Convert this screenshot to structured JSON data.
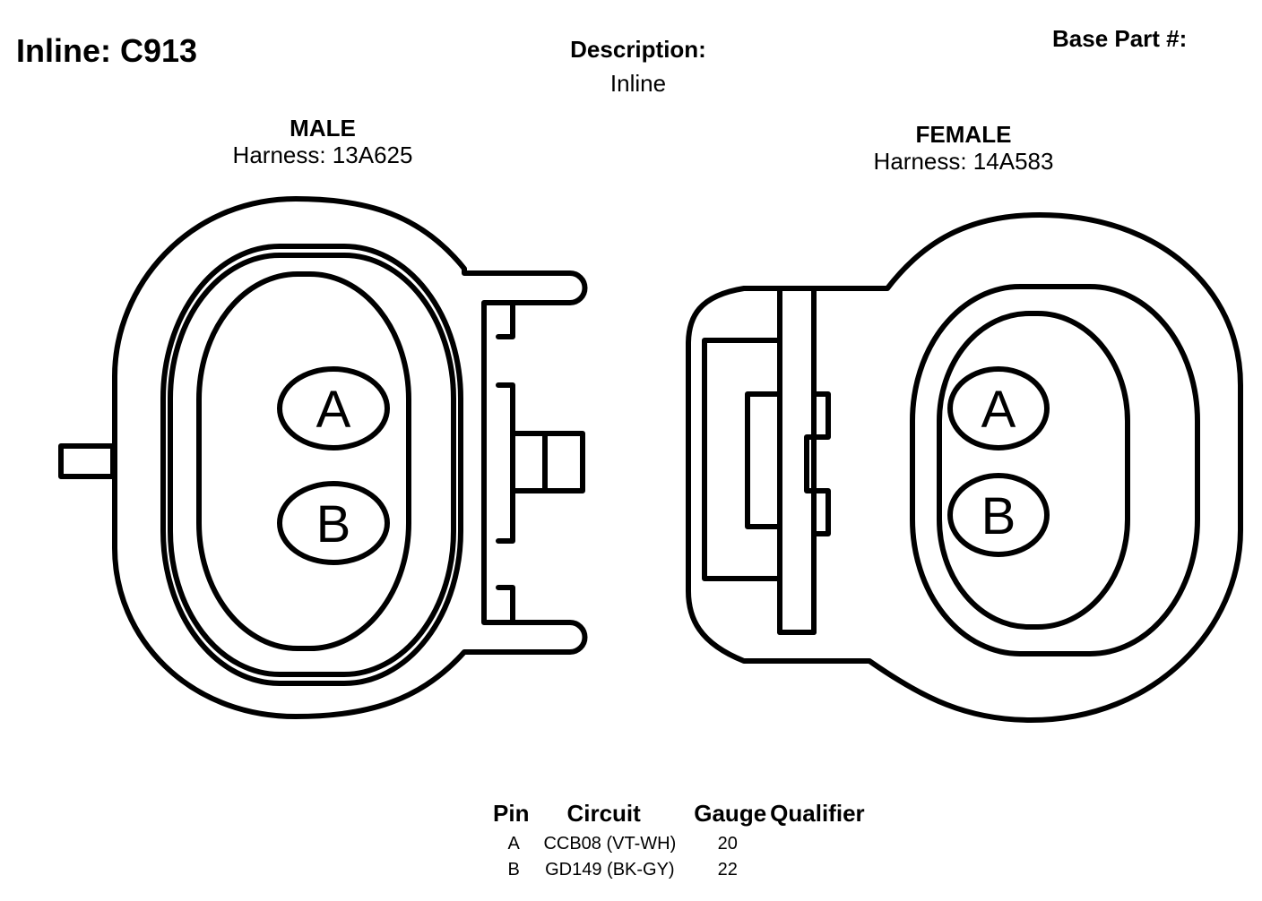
{
  "header": {
    "title": "Inline: C913",
    "description_label": "Description:",
    "description_value": "Inline",
    "base_part_label": "Base Part #:"
  },
  "male": {
    "title": "MALE",
    "harness": "Harness: 13A625",
    "pins": [
      "A",
      "B"
    ]
  },
  "female": {
    "title": "FEMALE",
    "harness": "Harness: 14A583",
    "pins": [
      "A",
      "B"
    ]
  },
  "pin_table": {
    "headers": [
      "Pin",
      "Circuit",
      "Gauge",
      "Qualifier"
    ],
    "rows": [
      {
        "pin": "A",
        "circuit": "CCB08 (VT-WH)",
        "gauge": "20",
        "qualifier": ""
      },
      {
        "pin": "B",
        "circuit": "GD149 (BK-GY)",
        "gauge": "22",
        "qualifier": ""
      }
    ]
  }
}
